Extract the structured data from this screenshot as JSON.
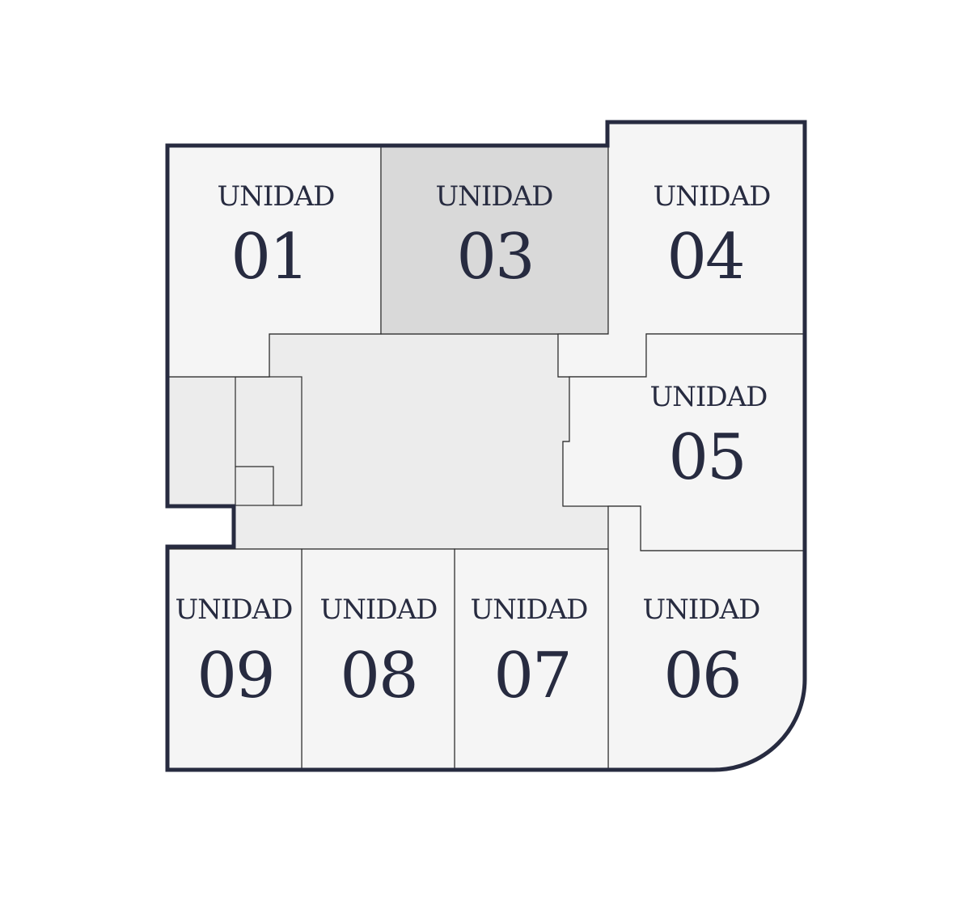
{
  "colors": {
    "outline": "#272b40",
    "unit": "#f5f5f5",
    "selected": "#d9d9d9",
    "core": "#ececec"
  },
  "units": [
    {
      "word": "UNIDAD",
      "number": "01"
    },
    {
      "word": "UNIDAD",
      "number": "03"
    },
    {
      "word": "UNIDAD",
      "number": "04"
    },
    {
      "word": "UNIDAD",
      "number": "05"
    },
    {
      "word": "UNIDAD",
      "number": "06"
    },
    {
      "word": "UNIDAD",
      "number": "07"
    },
    {
      "word": "UNIDAD",
      "number": "08"
    },
    {
      "word": "UNIDAD",
      "number": "09"
    }
  ],
  "selected_unit": "03"
}
